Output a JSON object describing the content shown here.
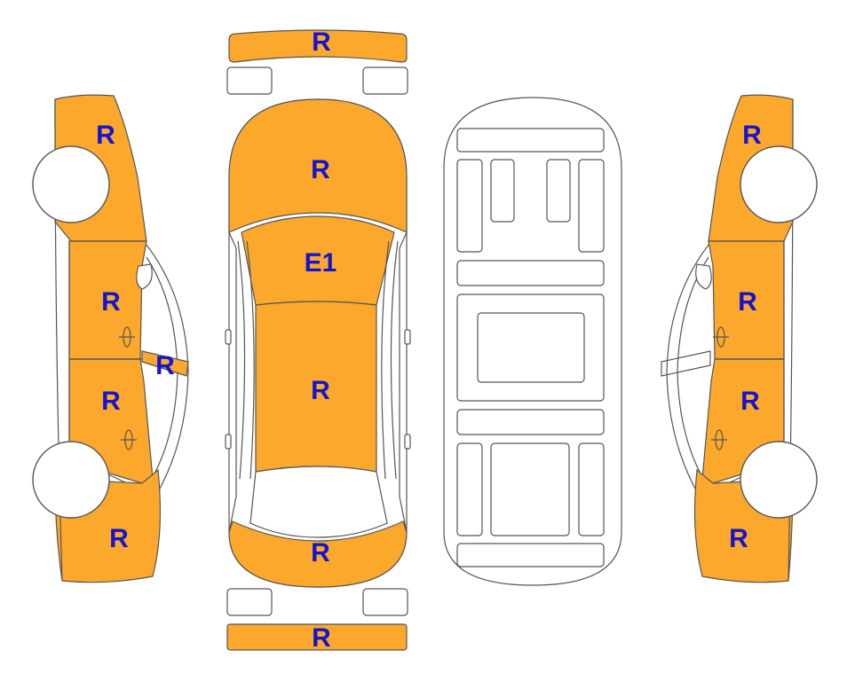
{
  "colors": {
    "damaged_fill": "#FBA82C",
    "outline": "#555555",
    "label_text": "#1515CC",
    "background": "#FFFFFF",
    "wheel_fill": "#FFFFFF"
  },
  "labels": {
    "top_front_bumper": "R",
    "top_hood": "R",
    "top_windshield": "E1",
    "top_roof": "R",
    "top_trunk": "R",
    "top_rear_bumper": "R",
    "left_front_fender": "R",
    "left_front_door": "R",
    "left_mirror": "R",
    "left_rear_door": "R",
    "left_rear_quarter": "R",
    "right_front_fender": "R",
    "right_front_door": "R",
    "right_rear_door": "R",
    "right_rear_quarter": "R"
  }
}
